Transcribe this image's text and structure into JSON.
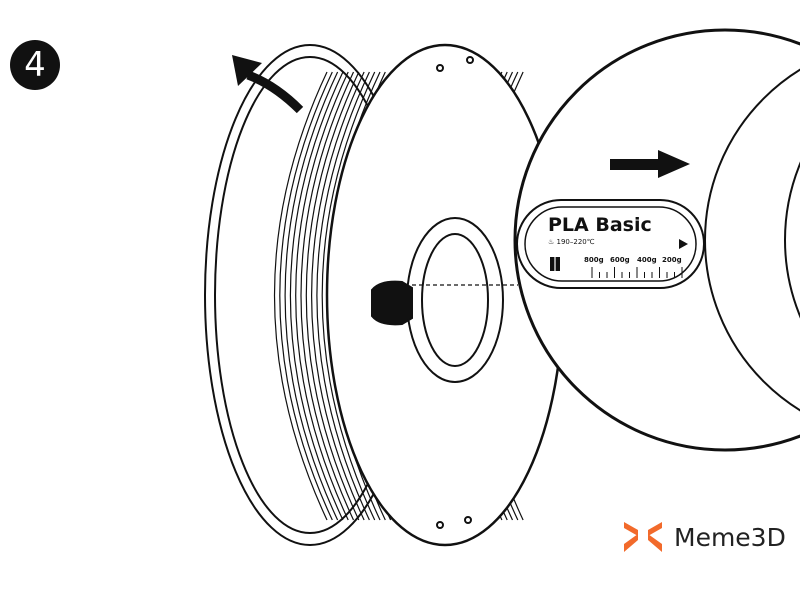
{
  "step": {
    "number": "4"
  },
  "label": {
    "title": "PLA Basic",
    "temperature": "190–220℃",
    "weights": [
      "800g",
      "600g",
      "400g",
      "200g"
    ]
  },
  "brand": {
    "name": "Meme3D",
    "color": "#f26a2b"
  }
}
